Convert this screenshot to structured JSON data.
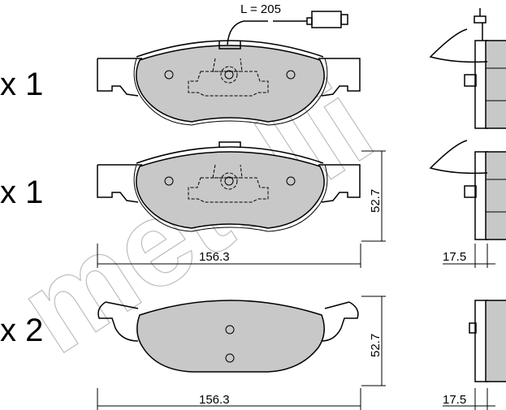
{
  "watermark": "metelli",
  "rows": [
    {
      "quantity": "x 1",
      "sensor_length": "L = 205"
    },
    {
      "quantity": "x 1",
      "height": "52.7",
      "width": "156.3",
      "thickness": "17.5"
    },
    {
      "quantity": "x 2",
      "height": "52.7",
      "width": "156.3",
      "thickness": "17.5"
    }
  ],
  "colors": {
    "friction_material": "#c8c8c8",
    "watermark": "#bdbdbd"
  }
}
